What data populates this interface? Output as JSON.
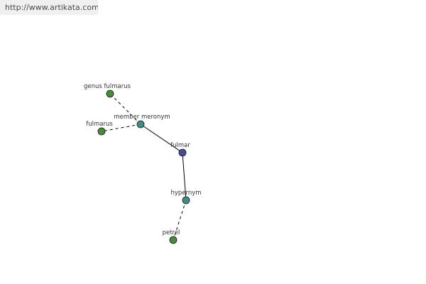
{
  "source_link": "http://www.artikata.com",
  "graph": {
    "nodes": [
      {
        "id": "genus-fulmarus",
        "label": "genus fulmarus",
        "kind": "term",
        "color": "#4a8a3c"
      },
      {
        "id": "fulmarus",
        "label": "fulmarus",
        "kind": "term",
        "color": "#4a8a3c"
      },
      {
        "id": "member-meronym",
        "label": "member meronym",
        "kind": "relation",
        "color": "#3d8f86"
      },
      {
        "id": "fulmar",
        "label": "fulmar",
        "kind": "focus",
        "color": "#4a4a9c"
      },
      {
        "id": "hypernym",
        "label": "hypernym",
        "kind": "relation",
        "color": "#3d8f86"
      },
      {
        "id": "petrel",
        "label": "petrel",
        "kind": "term",
        "color": "#4a8a3c"
      }
    ],
    "edges": [
      {
        "from": "fulmar",
        "to": "member-meronym",
        "style": "solid"
      },
      {
        "from": "member-meronym",
        "to": "genus-fulmarus",
        "style": "dashed"
      },
      {
        "from": "member-meronym",
        "to": "fulmarus",
        "style": "dashed"
      },
      {
        "from": "fulmar",
        "to": "hypernym",
        "style": "solid"
      },
      {
        "from": "hypernym",
        "to": "petrel",
        "style": "dashed"
      }
    ]
  }
}
